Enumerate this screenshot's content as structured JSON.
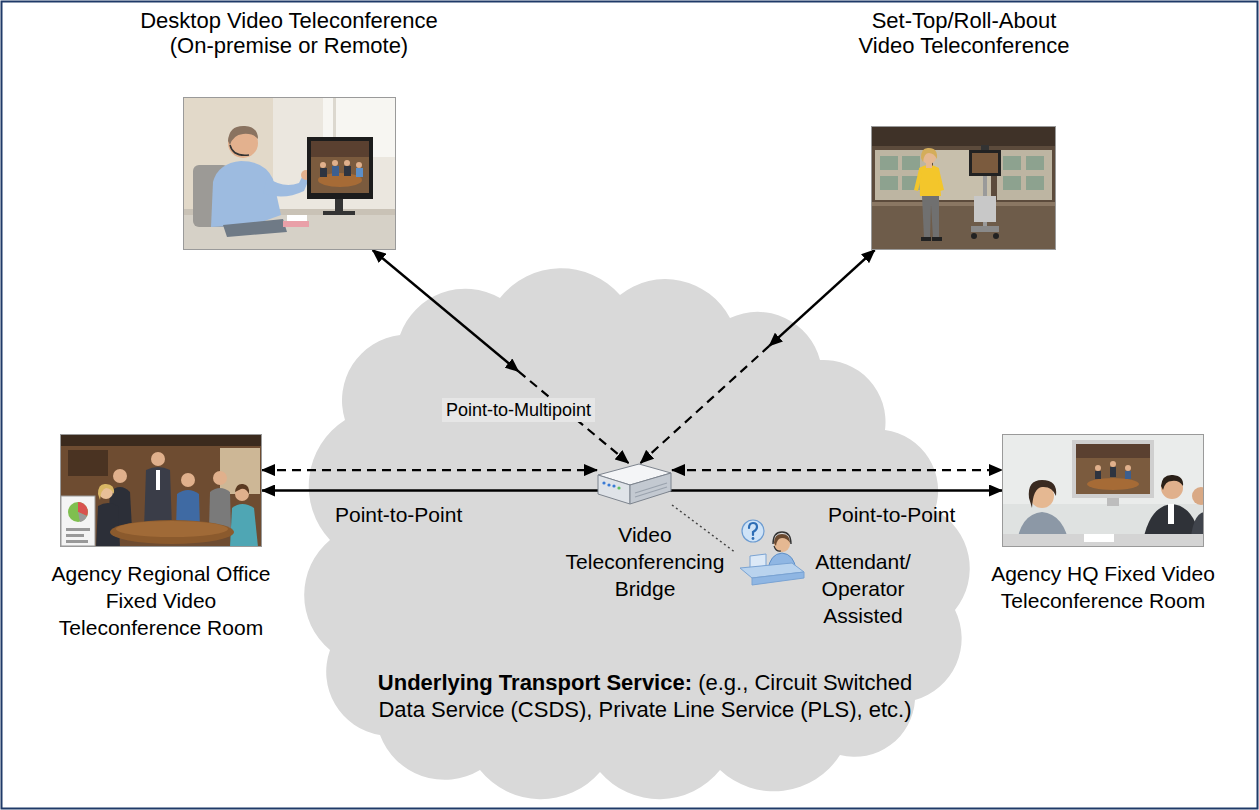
{
  "diagram": {
    "nodes": [
      {
        "text": [
          "Desktop Video Teleconference (On-premise or Remote)"
        ]
      },
      {
        "text": [
          "Set-Top/Roll-About Video Teleconference"
        ]
      },
      {
        "text": [
          "Underlying Transport Service:",
          "(e.g., Circuit Switched Data Service (CSDS), Private Line Service (PLS), etc.)"
        ]
      },
      {
        "text": [
          "Agency Regional Office Fixed Video Teleconference Room"
        ]
      },
      {
        "text": [
          "Video Teleconferencing Bridge"
        ],
        "in": 2
      },
      {
        "text": [
          "Attendant/ Operator Assisted"
        ],
        "in": 2
      },
      {
        "text": [
          "Agency HQ Fixed Video Teleconference Room"
        ]
      }
    ],
    "edges": [
      {
        "from": 0,
        "to": 4,
        "arrow": "both"
      },
      {
        "from": 1,
        "to": 4,
        "arrow": "both"
      },
      {
        "from": 3,
        "to": 4,
        "arrow": "both"
      },
      {
        "from": 3,
        "to": 6,
        "arrow": "both"
      },
      {
        "from": 4,
        "to": 6,
        "arrow": "both"
      },
      {
        "from": 4,
        "to": 5,
        "arrow": "none"
      }
    ],
    "labels": [
      "Point-to-Multipoint",
      "Point-to-Point",
      "Point-to-Point"
    ]
  }
}
